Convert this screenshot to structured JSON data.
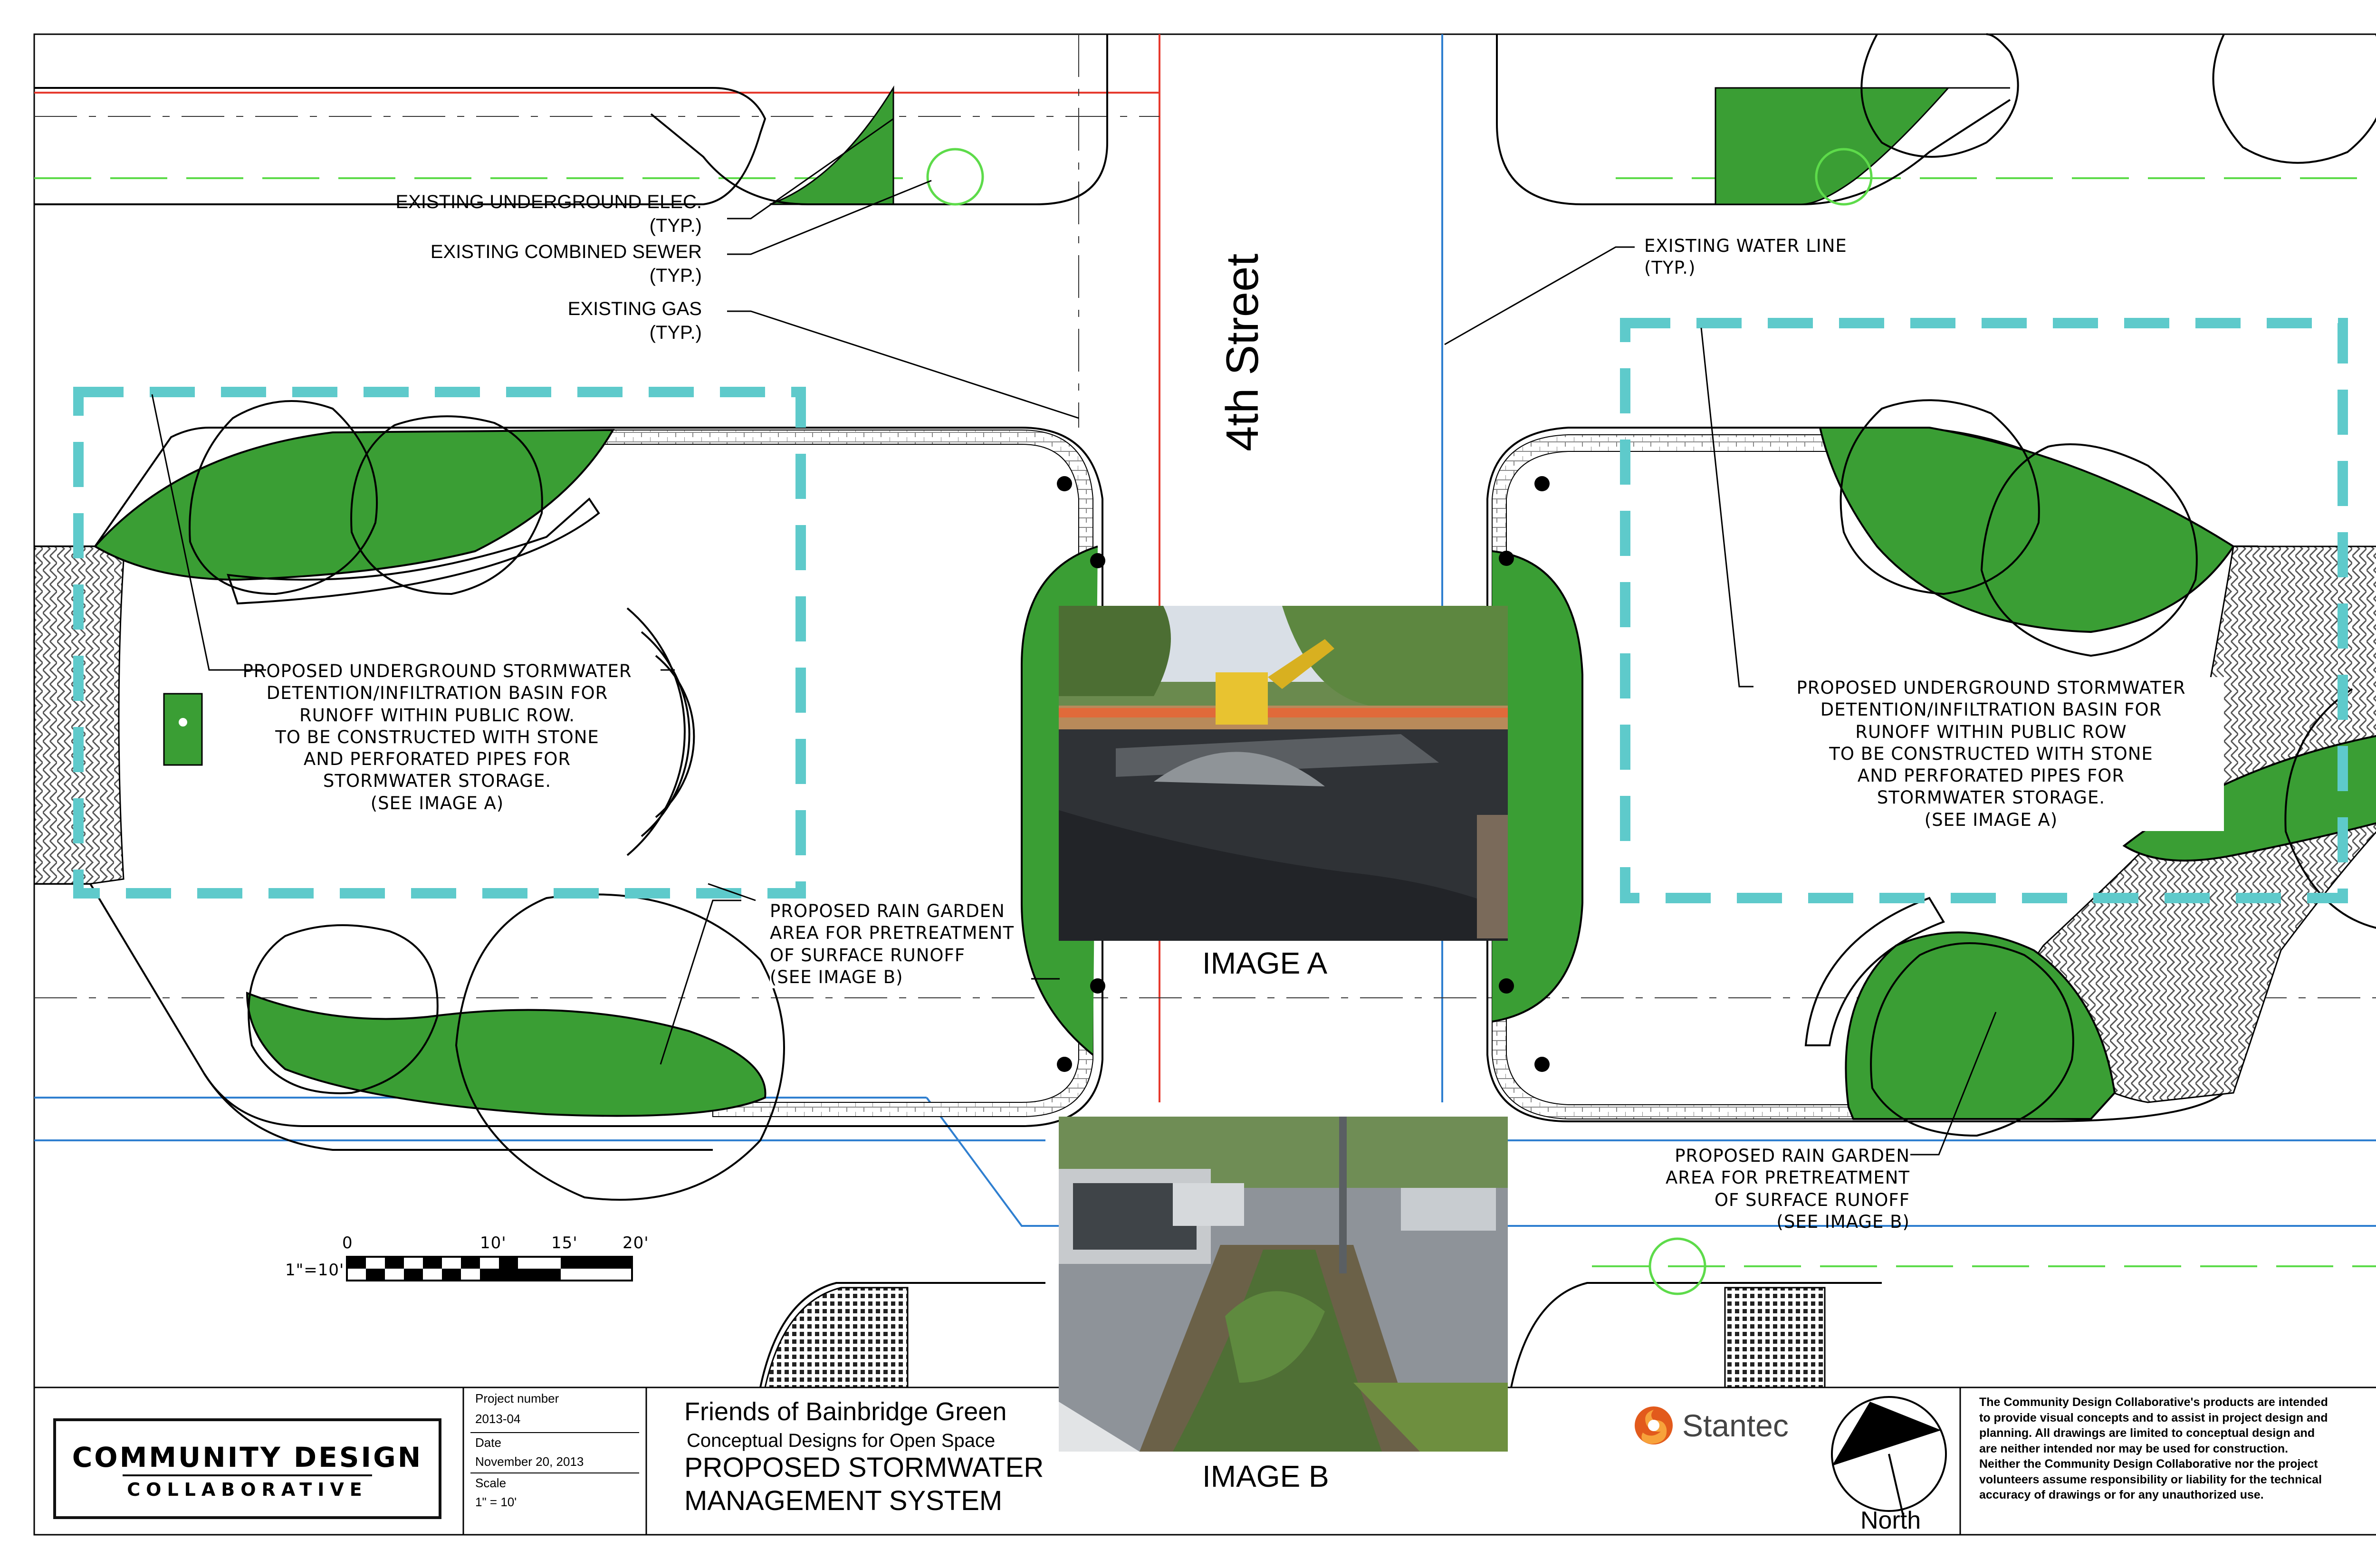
{
  "street_name": "4th Street",
  "callouts": {
    "elec": [
      "EXISTING UNDERGROUND ELEC.",
      "(TYP.)"
    ],
    "sewer": [
      "EXISTING COMBINED SEWER",
      "(TYP.)"
    ],
    "gas": [
      "EXISTING GAS",
      "(TYP.)"
    ],
    "water": [
      "EXISTING  WATER  LINE",
      "(TYP.)"
    ],
    "basin_left": [
      "PROPOSED UNDERGROUND STORMWATER",
      "DETENTION/INFILTRATION BASIN FOR",
      "RUNOFF WITHIN PUBLIC ROW.",
      "TO BE CONSTRUCTED WITH STONE",
      "AND PERFORATED PIPES FOR",
      "STORMWATER STORAGE.",
      "(SEE IMAGE  A)"
    ],
    "basin_right": [
      "PROPOSED UNDERGROUND STORMWATER",
      "DETENTION/INFILTRATION BASIN FOR",
      "RUNOFF WITHIN PUBLIC ROW",
      "TO BE CONSTRUCTED WITH STONE",
      "AND PERFORATED PIPES FOR",
      "STORMWATER STORAGE.",
      "(SEE IMAGE  A)"
    ],
    "rain_left": [
      "PROPOSED RAIN GARDEN",
      "AREA FOR PRETREATMENT",
      "OF SURFACE RUNOFF",
      "(SEE IMAGE  B)"
    ],
    "rain_right": [
      "PROPOSED RAIN GARDEN",
      "AREA FOR PRETREATMENT",
      "OF SURFACE RUNOFF",
      "(SEE IMAGE  B)"
    ]
  },
  "images": {
    "a_caption": "IMAGE A",
    "b_caption": "IMAGE B"
  },
  "scale_bar": {
    "label": "1\"=10'",
    "ticks": [
      "0",
      "10'",
      "15'",
      "20'"
    ]
  },
  "title_block": {
    "logo_line1": "COMMUNITY DESIGN",
    "logo_line2": "COLLABORATIVE",
    "project_number_label": "Project number",
    "project_number": "2013-04",
    "date_label": "Date",
    "date": "November 20, 2013",
    "scale_label": "Scale",
    "scale": "1\" = 10'",
    "client": "Friends of Bainbridge Green",
    "subtitle": "Conceptual Designs for Open Space",
    "title_line1": "PROPOSED STORMWATER",
    "title_line2": "MANAGEMENT SYSTEM",
    "partner": "Stantec",
    "north_label": "North",
    "disclaimer": [
      "The Community Design Collaborative's products are intended",
      "to provide visual concepts and to assist in project design and",
      "planning.  All drawings are limited to conceptual design and",
      "are neither intended nor may be used for construction.",
      "Neither the Community Design Collaborative nor the project",
      "volunteers assume responsibility or liability for the technical",
      "accuracy of drawings or for any unauthorized use."
    ]
  },
  "colors": {
    "planting_green": "#3a9e34",
    "basin_teal": "#5ecacb",
    "gas_line": "#e63a2e",
    "water_line": "#2f7fd0",
    "sewer_line": "#5ddb4a"
  }
}
